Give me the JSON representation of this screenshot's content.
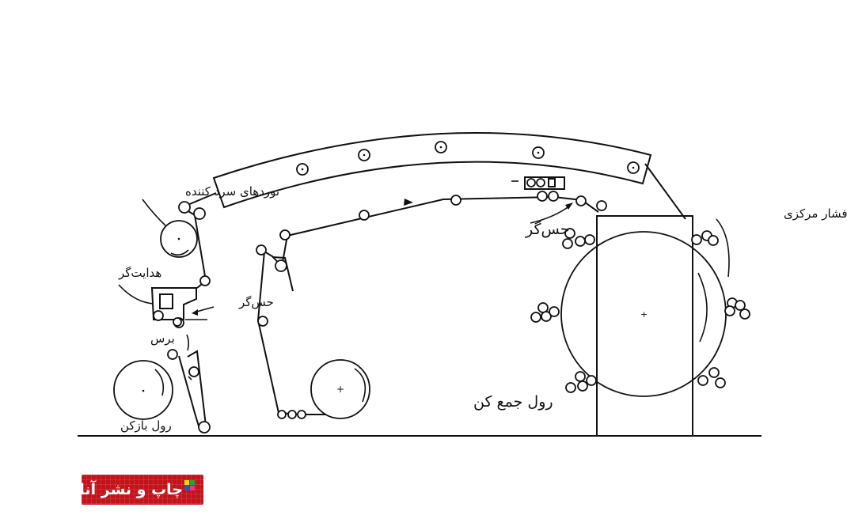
{
  "labels": {
    "rollers": "نوردهای سرد کننده",
    "conductor": "هدایت‌گر",
    "sensor_left": "حس‌گر",
    "brush": "برس",
    "unwind_roll": "رول بازکن",
    "rewind_roll": "رول جمع کن",
    "sensor_right": "حس‌گر",
    "central_cylinder": "سیلندر فشار مرکزی"
  },
  "logo": {
    "text": "چاپ و نشر آنلاین",
    "colors": [
      "#f7d417",
      "#2e9e3c",
      "#1f5fbf",
      "#e53a8f"
    ]
  }
}
